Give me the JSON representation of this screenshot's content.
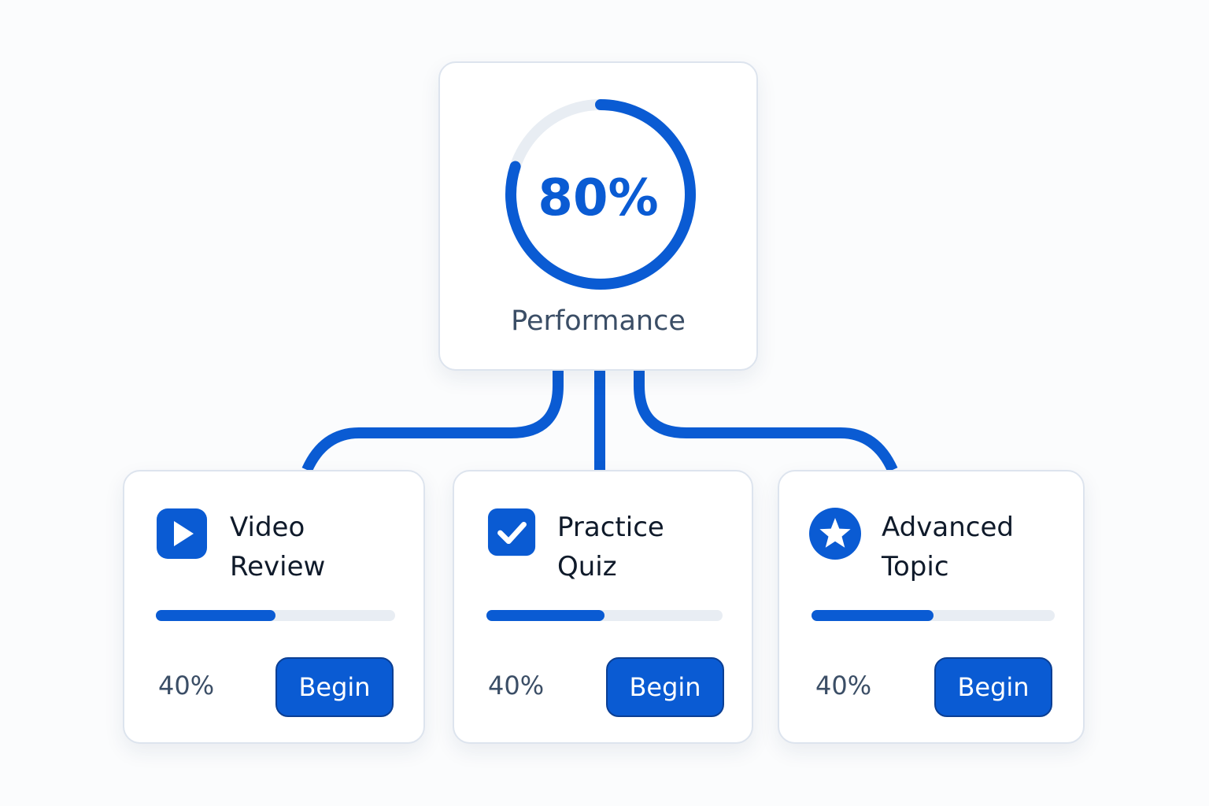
{
  "colors": {
    "accent": "#0a5bd3",
    "track": "#e8edf3",
    "muted_text": "#3b4e66",
    "title_text": "#0f1a2a"
  },
  "performance": {
    "value": "80%",
    "fraction": 0.8,
    "label": "Performance"
  },
  "tasks": [
    {
      "icon": "play-icon",
      "title_line1": "Video",
      "title_line2": "Review",
      "progress": 0.5,
      "percent_label": "40%",
      "button_label": "Begin"
    },
    {
      "icon": "checkbox-check-icon",
      "title_line1": "Practice",
      "title_line2": "Quiz",
      "progress": 0.5,
      "percent_label": "40%",
      "button_label": "Begin"
    },
    {
      "icon": "star-icon",
      "title_line1": "Advanced",
      "title_line2": "Topic",
      "progress": 0.5,
      "percent_label": "40%",
      "button_label": "Begin"
    }
  ]
}
